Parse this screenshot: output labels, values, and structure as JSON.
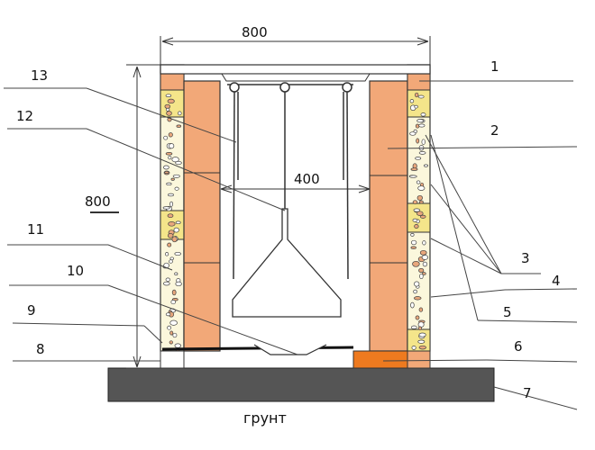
{
  "dimensions": {
    "top_width": "800",
    "inner_width": "400",
    "height": "800"
  },
  "ground_label": "грунт",
  "callouts": [
    "1",
    "2",
    "3",
    "4",
    "5",
    "6",
    "7",
    "8",
    "9",
    "10",
    "11",
    "12",
    "13"
  ],
  "colors": {
    "brick": "#f2a878",
    "insulation": "#fbf7dc",
    "insulation_yellow": "#f4e58a",
    "base": "#555555",
    "refractory": "#ee7a1f",
    "line": "#333333"
  }
}
